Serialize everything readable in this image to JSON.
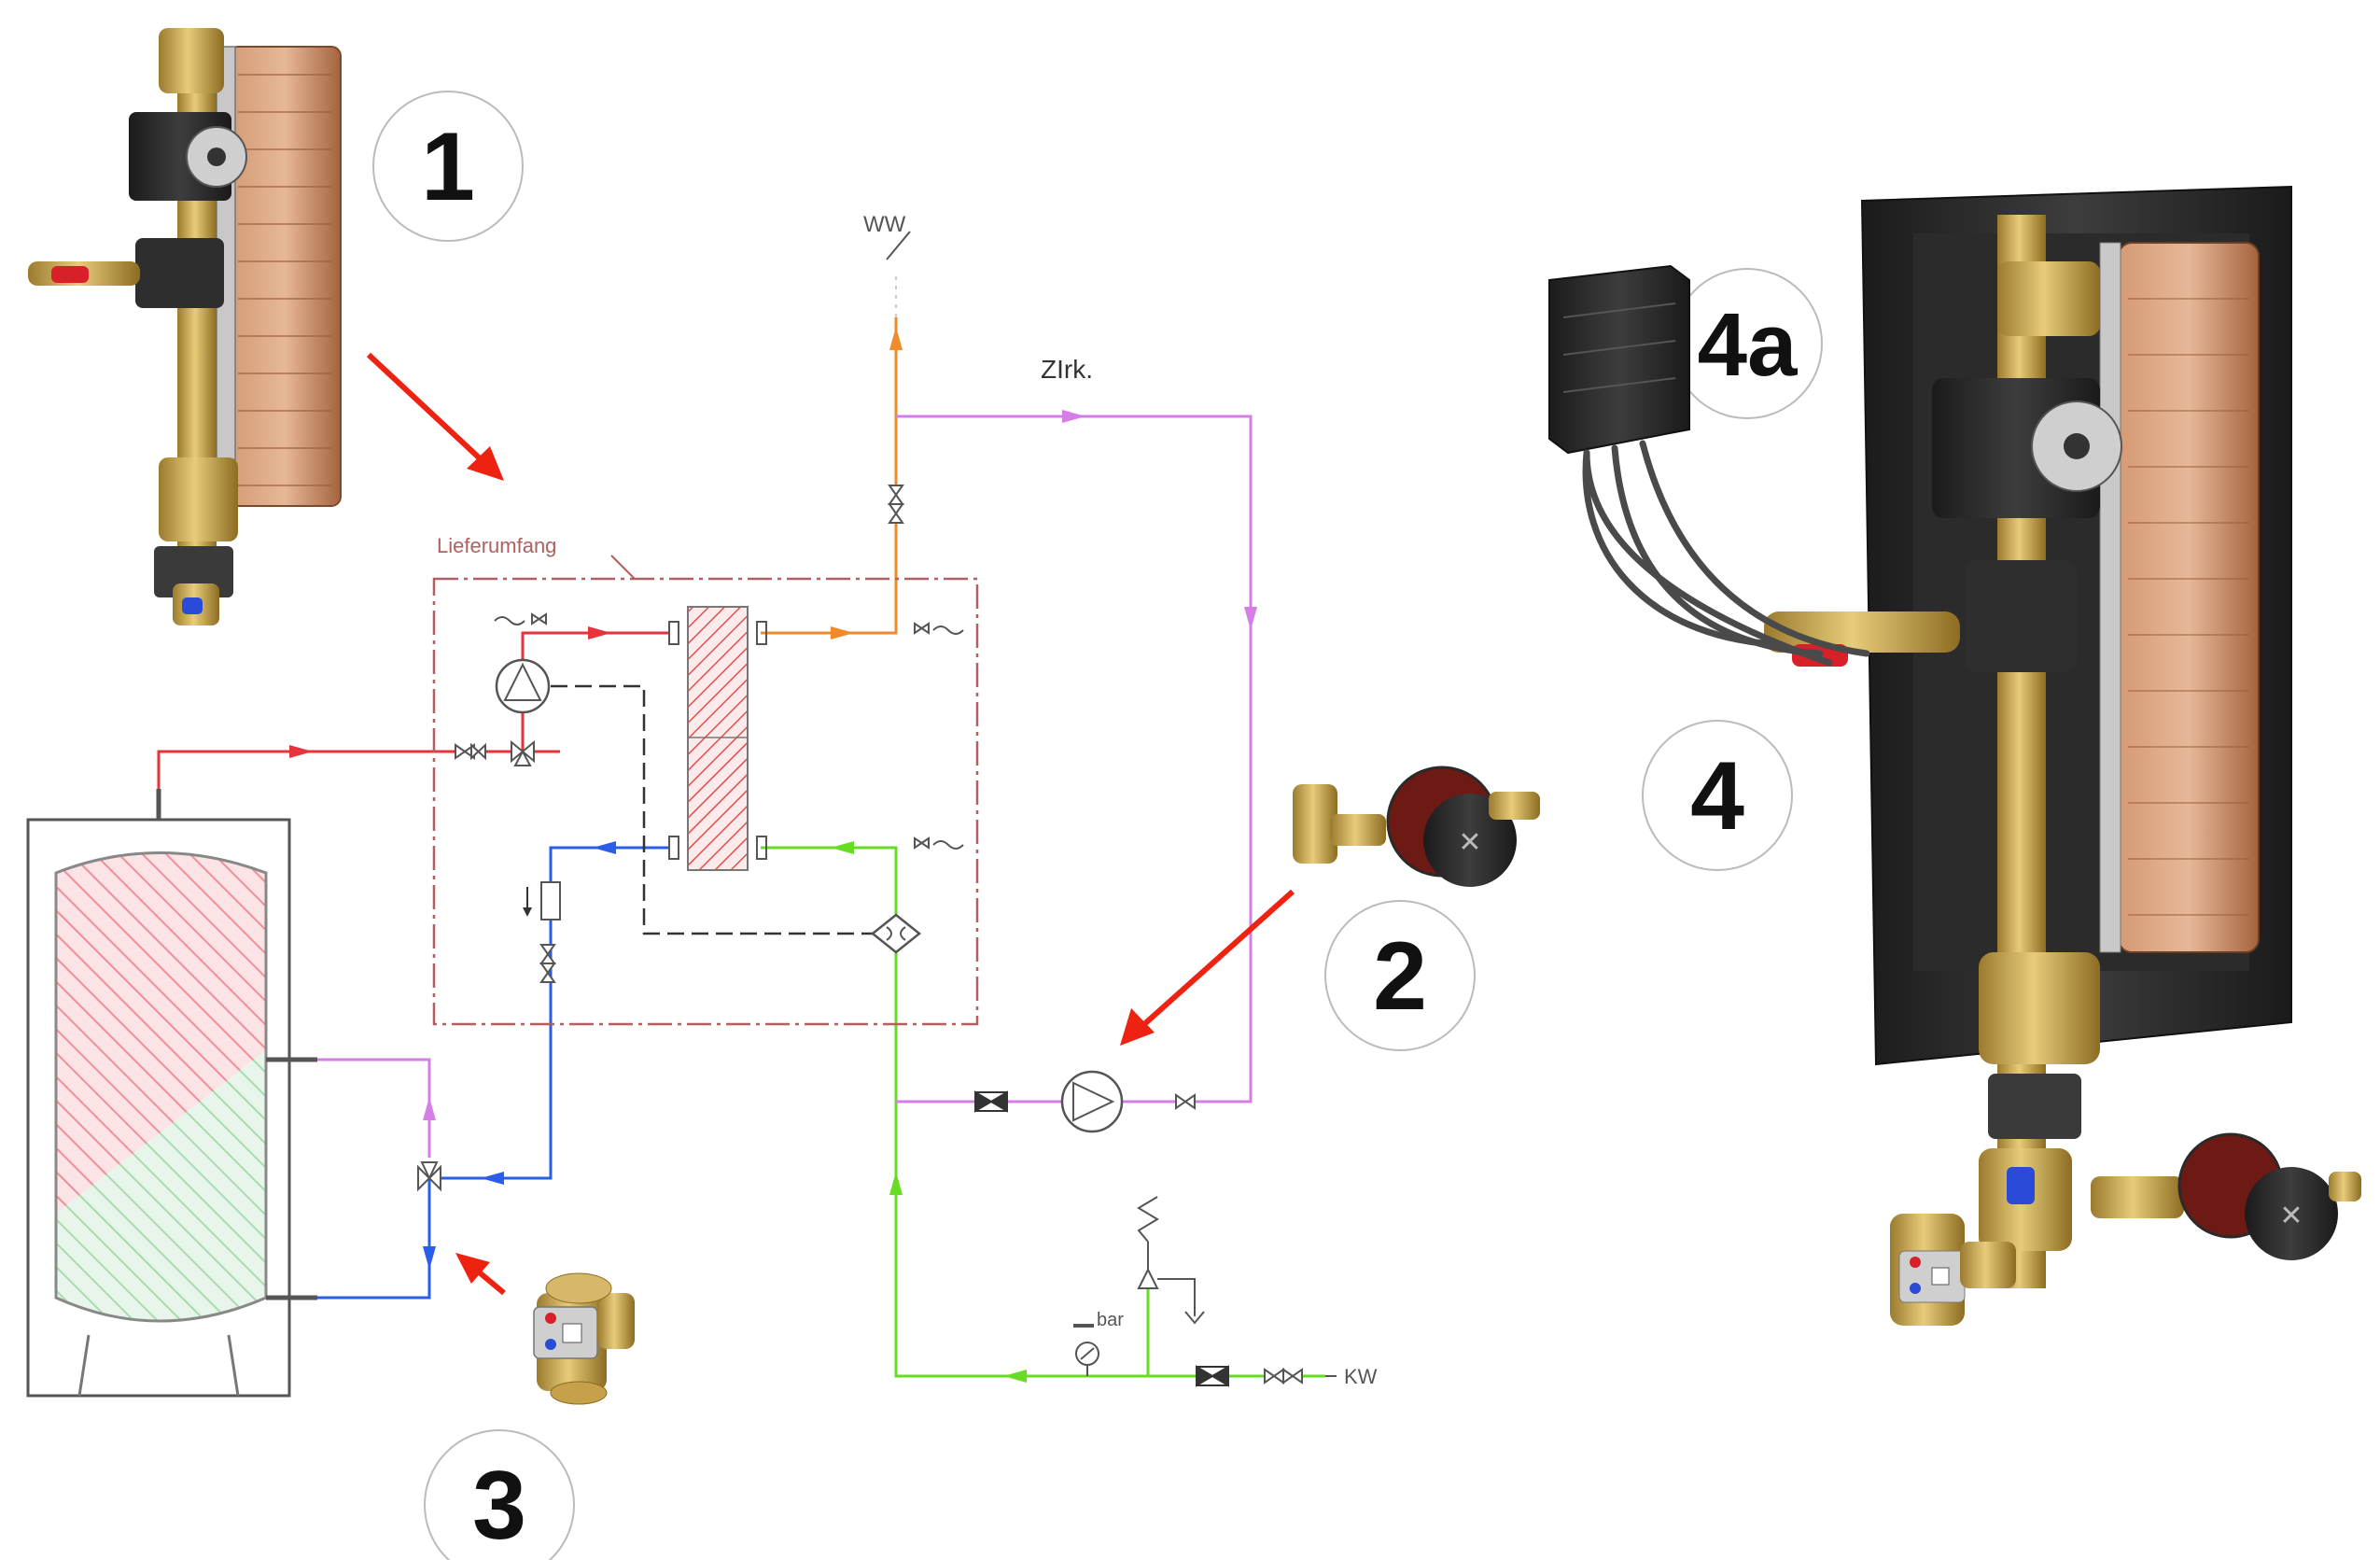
{
  "labels": {
    "ww": "WW",
    "zirk": "ZIrk.",
    "lieferumfang": "Lieferumfang",
    "kw": "KW",
    "bar": "bar"
  },
  "callouts": {
    "c1": "1",
    "c2": "2",
    "c3": "3",
    "c4": "4",
    "c4a": "4a"
  },
  "colors": {
    "hot_red": "#e8323c",
    "return_blue": "#2a5ee8",
    "cold_green": "#66dd22",
    "dhw_orange": "#f08a2a",
    "circulation_violet": "#d47ee6",
    "arrow_red": "#ee2211",
    "boundary": "#b06060",
    "brass": "#c9a449",
    "copper": "#b8744a",
    "insulation_black": "#262626"
  },
  "icons": {
    "station": "fresh-water-station-icon",
    "pump": "circulation-pump-icon",
    "mixing_valve": "thermostatic-mixing-valve-icon",
    "station_insulated": "insulated-station-icon",
    "controller": "controller-box-icon"
  }
}
